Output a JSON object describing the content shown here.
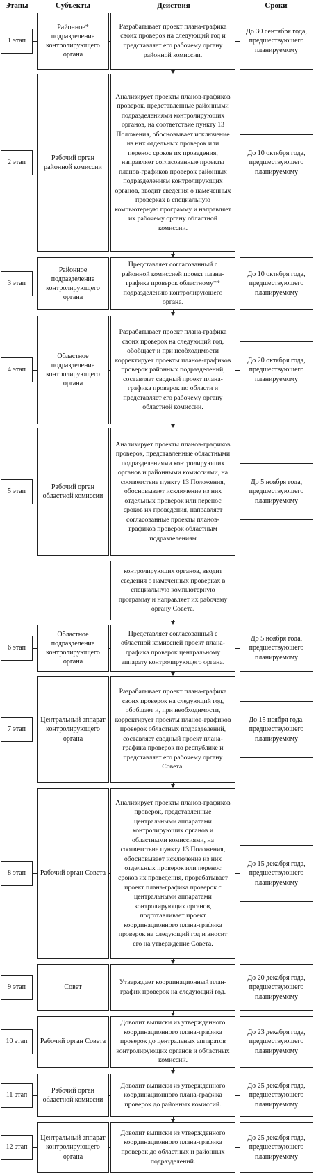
{
  "headers": {
    "stages": "Этапы",
    "subjects": "Субъекты",
    "actions": "Действия",
    "deadlines": "Сроки"
  },
  "rows": [
    {
      "stage": "1 этап",
      "subject": "Районное* подразделение контролирующего органа",
      "action": "Разрабатывает проект плана-графика своих проверок на следующий год и представляет его рабочему органу районной комиссии.",
      "deadline": "До 30 сентября года, предшествующего планируемому"
    },
    {
      "stage": "2 этап",
      "subject": "Рабочий орган районной комиссии",
      "action": "Анализирует проекты планов-графиков проверок, представленные районными подразделениями контролирующих органов, на соответствие пункту 13 Положения, обосновывает исключение из них отдельных проверок или перенос сроков их проведения, направляет согласованные проекты планов-графиков проверок районных подразделениям контролирующих органов, вводит сведения о намеченных проверках в специальную компьютерную программу и направляет их рабочему органу областной комиссии.",
      "deadline": "До 10 октября года, предшествующего планируемому"
    },
    {
      "stage": "3 этап",
      "subject": "Районное подразделение контролирующего органа",
      "action": "Представляет согласованный с районной комиссией проект плана-графика проверок областному** подразделению контролирующего органа.",
      "deadline": "До 10 октября года, предшествующего планируемому"
    },
    {
      "stage": "4 этап",
      "subject": "Областное подразделение контролирующего органа",
      "action": "Разрабатывает проект плана-графика своих проверок на следующий год, обобщает и при необходимости корректирует проекты планов-графиков проверок районных подразделений, составляет сводный проект плана-графика проверок по области и представляет его рабочему органу областной комиссии.",
      "deadline": "До 20 октября года, предшествующего планируемому"
    },
    {
      "stage": "5 этап",
      "subject": "Рабочий орган областной комиссии",
      "action": "Анализирует проекты планов-графиков проверок, представленные областными подразделениями контролирующих органов и районными комиссиями, на соответствие пункту 13 Положения, обосновывает исключение из них отдельных проверок или перенос сроков их проведения, направляет согласованные проекты планов-графиков проверок областным подразделениям",
      "action_cont": "контролирующих органов, вводит сведения о намеченных проверках в специальную компьютерную программу и направляет их рабочему органу Совета.",
      "deadline": "До 5 ноября года, предшествующего планируемому"
    },
    {
      "stage": "6 этап",
      "subject": "Областное подразделение контролирующего органа",
      "action": "Представляет согласованный с областной комиссией проект плана-графика проверок центральному аппарату контролирующего органа.",
      "deadline": "До 5 ноября года, предшествующего планируемому"
    },
    {
      "stage": "7 этап",
      "subject": "Центральный аппарат контролирующего органа",
      "action": "Разрабатывает проект плана-графика своих проверок на следующий год, обобщает и, при необходимости, корректирует проекты планов-графиков проверок областных подразделений, составляет сводный проект плана-графика проверок по республике и представляет его рабочему органу Совета.",
      "deadline": "До 15 ноября года, предшествующего планируемому"
    },
    {
      "stage": "8 этап",
      "subject": "Рабочий орган Совета",
      "action": "Анализирует проекты планов-графиков проверок, представленные центральными аппаратами контролирующих органов и областными комиссиями, на соответствие пункту 13 Положения, обосновывает исключение из них отдельных проверок или перенос сроков их проведения, прорабатывает проект плана-графика проверок с центральными аппаратами контролирующих органов, подготавливает проект координационного плана-графика проверок на следующий год и вносит его на утверждение Совета.",
      "deadline": "До 15 декабря года, предшествующего планируемому"
    },
    {
      "stage": "9 этап",
      "subject": "Совет",
      "action": "Утверждает координационный план-график проверок на следующий год.",
      "deadline": "До 20 декабря года, предшествующего планируемому"
    },
    {
      "stage": "10 этап",
      "subject": "Рабочий орган Совета",
      "action": "Доводит выписки из утвержденного координационного плана-графика проверок до центральных аппаратов контролирующих органов и областных комиссий.",
      "deadline": "До 23 декабря года, предшествующего планируемому"
    },
    {
      "stage": "11 этап",
      "subject": "Рабочий орган областной комиссии",
      "action": "Доводит выписки из утвержденного координационного плана-графика проверок до районных комиссий.",
      "deadline": "До 25 декабря года, предшествующего планируемому"
    },
    {
      "stage": "12 этап",
      "subject": "Центральный аппарат контролирующего органа",
      "action": "Доводит выписки из утвержденного координационного плана-графика проверок до областных и районных подразделений.",
      "deadline": "До 25 декабря года, предшествующего планируемому"
    }
  ]
}
